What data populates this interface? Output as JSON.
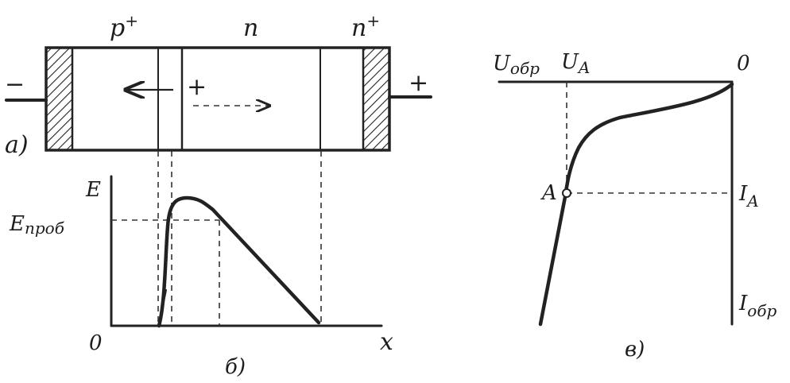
{
  "panel_a": {
    "region_p_plus": "p",
    "region_p_plus_sup": "+",
    "region_n": "n",
    "region_n_plus": "n",
    "region_n_plus_sup": "+",
    "terminal_left": "−",
    "terminal_right": "+",
    "charge_sign": "+",
    "caption": "а)"
  },
  "panel_b": {
    "y_axis_label": "E",
    "breakdown_label_main": "E",
    "breakdown_label_sub": "проб",
    "origin_label": "0",
    "x_axis_label": "x",
    "caption": "б)"
  },
  "panel_c": {
    "voltage_axis_main": "U",
    "voltage_axis_sub": "обр",
    "ua_main": "U",
    "ua_sub": "A",
    "origin_label": "0",
    "point_label": "A",
    "ia_main": "I",
    "ia_sub": "A",
    "current_axis_main": "I",
    "current_axis_sub": "обр",
    "caption": "в)"
  },
  "colors": {
    "ink": "#222222",
    "background": "#ffffff"
  }
}
